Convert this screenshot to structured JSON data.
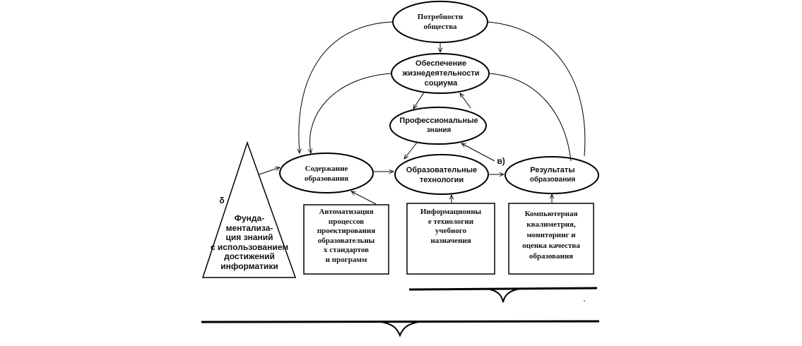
{
  "nodes": {
    "needs": {
      "line1": "Потребности",
      "line2": "общества"
    },
    "provision": {
      "line1": "Обеспечение",
      "line2": "жизнедеятельности",
      "line3": "социума"
    },
    "professional": {
      "line1": "Профессиональные",
      "line2": "знания"
    },
    "content": {
      "line1": "Содержание",
      "line2": "образования"
    },
    "technologies": {
      "line1": "Образовательные",
      "line2": "технологии"
    },
    "results": {
      "line1": "Результаты",
      "line2": "образования"
    }
  },
  "boxes": {
    "automation": {
      "line1": "Автоматизация",
      "line2": "процессов",
      "line3": "проектирования",
      "line4": "образовательны",
      "line5": "х стандартов",
      "line6": "и программ"
    },
    "infotech": {
      "line1": "Информационны",
      "line2": "е технологии",
      "line3": "учебного",
      "line4": "назначения"
    },
    "qualimetry": {
      "line1": "Компьютерная",
      "line2": "квалиметрия,",
      "line3": "мониторинг и",
      "line4": "оценка качества",
      "line5": "образования"
    }
  },
  "triangle": {
    "line1": "Фунда-",
    "line2": "ментализа-",
    "line3": "ция знаний",
    "line4": "с использованием",
    "line5": "достижений",
    "line6": "информатики"
  },
  "markers": {
    "delta": "δ",
    "v": "в)"
  }
}
